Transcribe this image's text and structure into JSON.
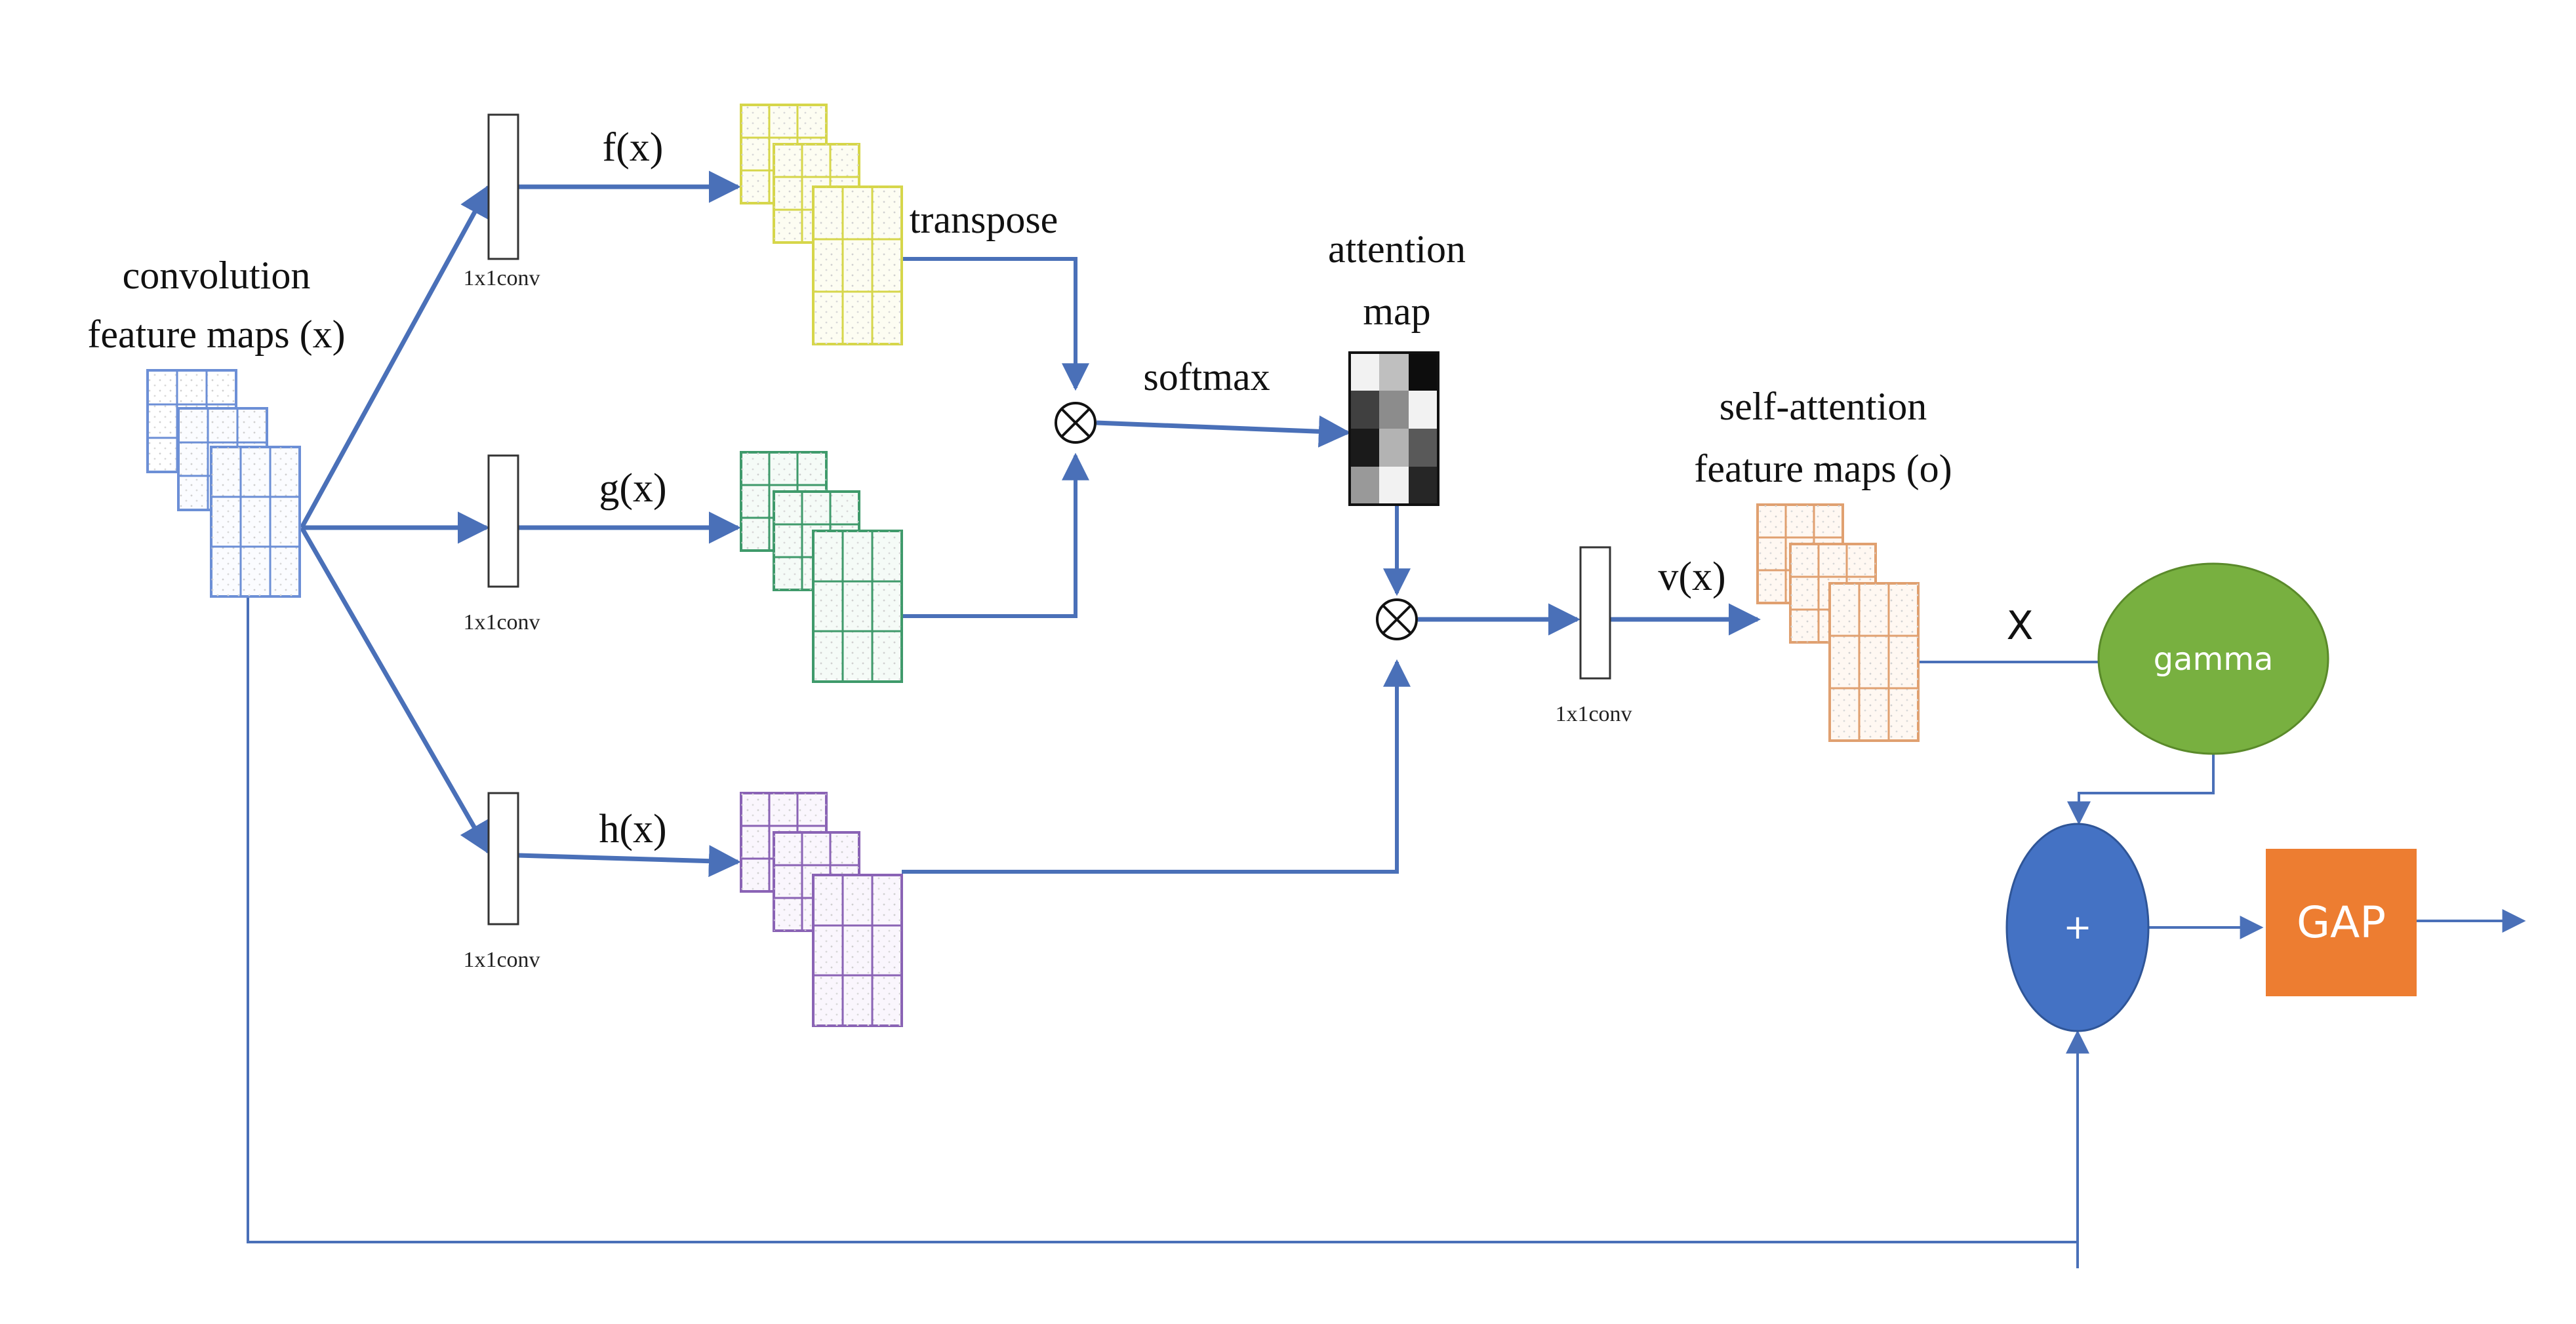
{
  "labels": {
    "input_title_1": "convolution",
    "input_title_2": "feature maps (x)",
    "fx": "f(x)",
    "gx": "g(x)",
    "hx": "h(x)",
    "vx": "v(x)",
    "transpose": "transpose",
    "softmax": "softmax",
    "attention_1": "attention",
    "attention_2": "map",
    "selfatt_1": "self-attention",
    "selfatt_2": "feature maps (o)",
    "conv_f": "1x1conv",
    "conv_g": "1x1conv",
    "conv_h": "1x1conv",
    "conv_v": "1x1conv",
    "multiply_sign": "X",
    "gamma": "gamma",
    "plus": "+",
    "gap": "GAP"
  },
  "colors": {
    "arrow": "#4a70b8",
    "input_maps": "#6c8fd6",
    "f_maps": "#d6d64a",
    "g_maps": "#3f9a6b",
    "h_maps": "#8a63b5",
    "o_maps": "#e0a070",
    "gamma_fill": "#78b040",
    "plus_fill": "#4472c4",
    "gap_fill": "#ed7d31"
  },
  "attention_map_cells": [
    0.95,
    0.75,
    0.05,
    0.25,
    0.55,
    0.95,
    0.1,
    0.7,
    0.35,
    0.6,
    0.95,
    0.15
  ]
}
